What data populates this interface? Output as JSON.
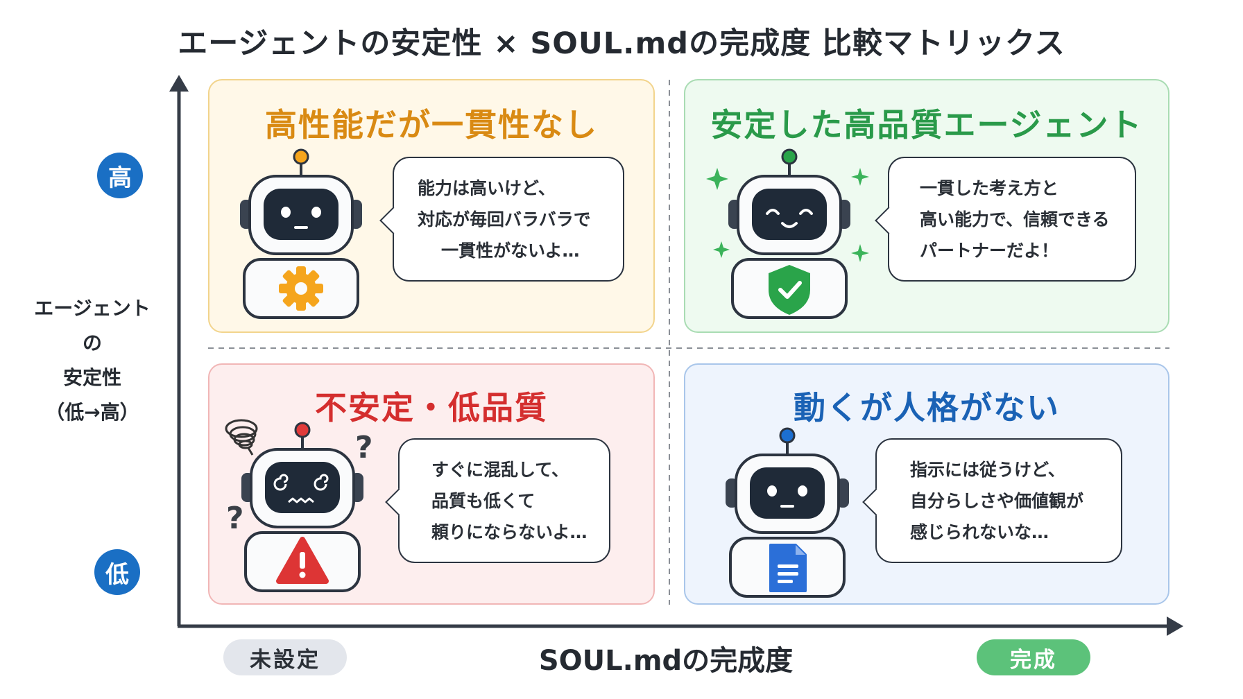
{
  "title": "エージェントの安定性 × SOUL.mdの完成度 比較マトリックス",
  "y_axis": {
    "label_lines": [
      "エージェントの",
      "安定性",
      "（低→高）"
    ],
    "high": "高",
    "low": "低"
  },
  "x_axis": {
    "title": "SOUL.mdの完成度",
    "left_pill": "未設定",
    "right_pill": "完成"
  },
  "quadrants": {
    "top_left": {
      "title": "高性能だが一貫性なし",
      "bubble": [
        "能力は高いけど、",
        "対応が毎回バラバラで",
        "一貫性がないよ…"
      ],
      "icon": "gear-icon"
    },
    "top_right": {
      "title": "安定した高品質エージェント",
      "bubble": [
        "一貫した考え方と",
        "高い能力で、信頼できる",
        "パートナーだよ！"
      ],
      "icon": "shield-check-icon"
    },
    "bottom_left": {
      "title": "不安定・低品質",
      "bubble": [
        "すぐに混乱して、",
        "品質も低くて",
        "頼りにならないよ…"
      ],
      "icon": "warning-icon"
    },
    "bottom_right": {
      "title": "動くが人格がない",
      "bubble": [
        "指示には従うけど、",
        "自分らしさや価値観が",
        "感じられないな…"
      ],
      "icon": "document-icon"
    }
  },
  "colors": {
    "top_left_title": "#d98a13",
    "top_right_title": "#2a9a4a",
    "bottom_left_title": "#d42e2e",
    "bottom_right_title": "#1a62b5",
    "axis": "#353c47",
    "level_badge": "#1a6fc4",
    "pill_left": "#e3e6ec",
    "pill_right": "#5cc27a"
  }
}
